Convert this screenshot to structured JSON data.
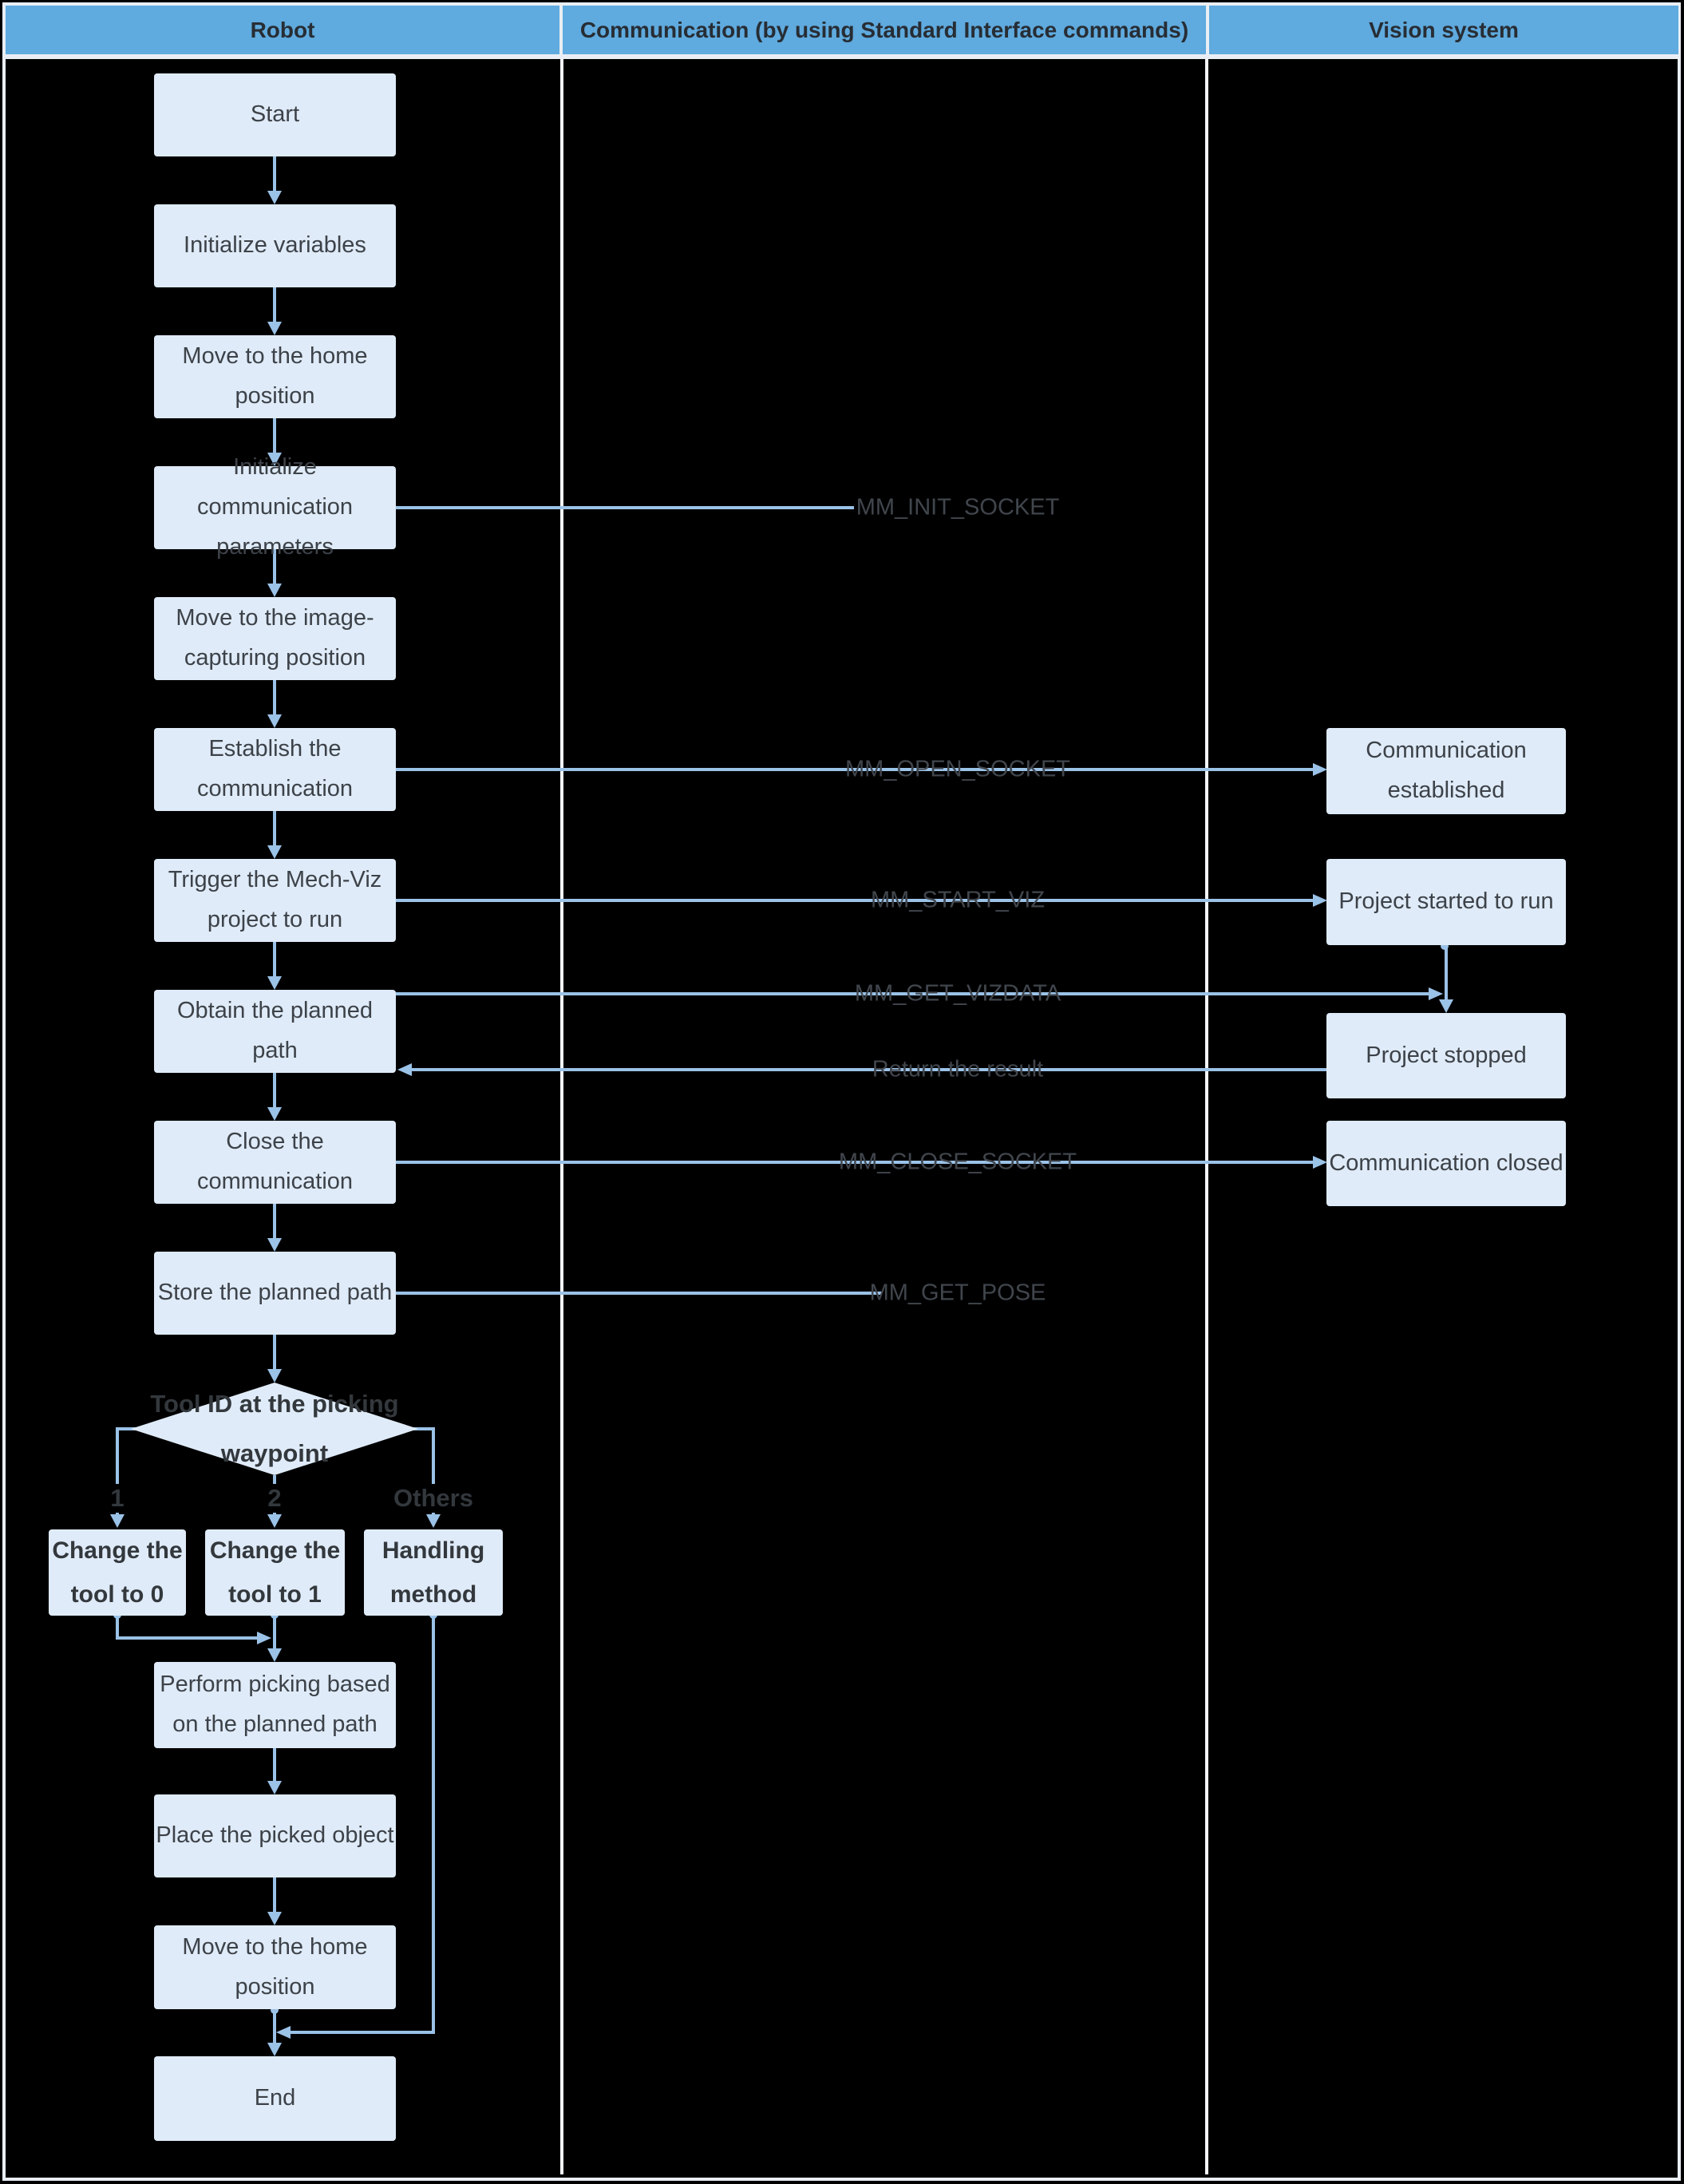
{
  "header": {
    "columns": [
      "Robot",
      "Communication (by using Standard Interface commands)",
      "Vision system"
    ]
  },
  "robot": {
    "nodes": [
      "Start",
      "Initialize variables",
      "Move to the home position",
      "Initialize communication parameters",
      "Move to the image-capturing position",
      "Establish the communication",
      "Trigger the Mech-Viz project to run",
      "Obtain the planned path",
      "Close the communication",
      "Store the planned path",
      "Perform picking based on the planned path",
      "Place the picked object",
      "Move to the home position",
      "End"
    ]
  },
  "decision": {
    "label": "Tool ID at the picking waypoint",
    "branches": [
      {
        "case": "1",
        "action": "Change the tool to 0"
      },
      {
        "case": "2",
        "action": "Change the tool to 1"
      },
      {
        "case": "Others",
        "action": "Handling method"
      }
    ]
  },
  "commands": [
    "MM_INIT_SOCKET",
    "MM_OPEN_SOCKET",
    "MM_START_VIZ",
    "MM_GET_VIZDATA",
    "Return the result",
    "MM_CLOSE_SOCKET",
    "MM_GET_POSE"
  ],
  "vision": {
    "nodes": [
      "Communication established",
      "Project started to run",
      "Project stopped",
      "Communication closed"
    ]
  },
  "colors": {
    "background": "#000000",
    "frame": "#E9EEF4",
    "header_fill": "#5FAADE",
    "header_text": "#272D34",
    "box_fill": "#DFEBF8",
    "arrow": "#9BC2E7",
    "box_text": "#3D4249",
    "bold_text": "#33383D",
    "command_text": "#41464D"
  }
}
